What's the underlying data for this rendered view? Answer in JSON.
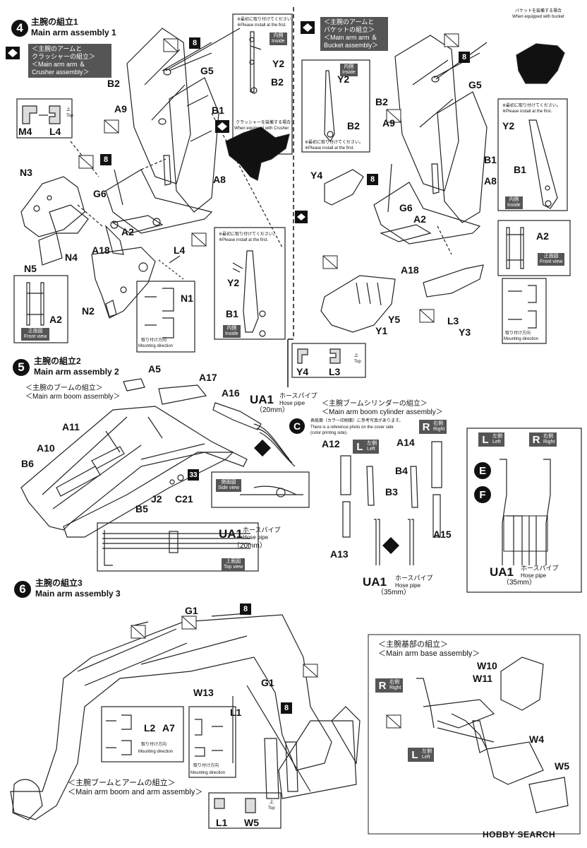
{
  "step4": {
    "num": "4",
    "title_jp": "主腕の組立1",
    "title_en": "Main arm assembly 1",
    "crusher_tag": [
      "＜主腕のアームと",
      "クラッシャーの組立＞",
      "＜Main arm arm ＆",
      "Crusher assembly＞"
    ],
    "bucket_tag": [
      "＜主腕のアームと",
      "バケットの組立＞",
      "＜Main arm arm ＆",
      "Bucket assembly＞"
    ],
    "note_first_jp": "※最初に取り付けてください。",
    "note_first_en": "※Please install at the first.",
    "inside_jp": "内側",
    "inside_en": "Inside",
    "front_view_jp": "正面図",
    "front_view_en": "Front view",
    "mounting_jp": "取り付け方向",
    "mounting_en": "Mounting direction",
    "top_jp": "上",
    "top_en": "Top",
    "crusher_note_jp": "クラッシャーを装備する場合",
    "crusher_note_en": "When equipped with Crusher",
    "bucket_note_jp": "バケットを装備する場合",
    "bucket_note_en": "When equipped with bucket",
    "qty8": "8",
    "labels_left": [
      "G5",
      "B2",
      "A9",
      "B1",
      "M4",
      "L4",
      "N3",
      "G6",
      "A8",
      "A2",
      "A18",
      "N4",
      "N5",
      "L4",
      "N1",
      "N2",
      "A2",
      "Y2",
      "B1",
      "Y2",
      "B2"
    ],
    "labels_right": [
      "Y2",
      "B2",
      "B2",
      "A9",
      "G5",
      "B1",
      "Y2",
      "B1",
      "Y4",
      "G6",
      "A8",
      "A2",
      "A18",
      "A2",
      "Y5",
      "L3",
      "Y1",
      "Y3",
      "Y4",
      "L3"
    ]
  },
  "step5": {
    "num": "5",
    "title_jp": "主腕の組立2",
    "title_en": "Main arm assembly 2",
    "boom_tag_jp": "＜主腕のブームの組立＞",
    "boom_tag_en": "＜Main arm boom  assembly＞",
    "cyl_tag_jp": "＜主腕ブームシリンダーの組立＞",
    "cyl_tag_en": "＜Main arm boom cylinder assembly＞",
    "hose_jp": "ホースパイプ",
    "hose_en": "Hose pipe",
    "hose20": "（20mm）",
    "hose35": "（35mm）",
    "cover_note_jp": "表紙面（カラー印刷面）に参考写真があります。",
    "cover_note_en1": "There is a reference photo on the cover side",
    "cover_note_en2": "(color printing side).",
    "side_view_jp": "側面図",
    "side_view_en": "Side view",
    "top_view_jp": "上面図",
    "top_view_en": "Top view",
    "left_jp": "左側",
    "left_en": "Left",
    "right_jp": "右側",
    "right_en": "Right",
    "qty33": "33",
    "part_c": "C",
    "part_e": "E",
    "part_f": "F",
    "labels": [
      "A5",
      "A17",
      "A16",
      "UA1",
      "A11",
      "A10",
      "B6",
      "J2",
      "C21",
      "B5",
      "UA1",
      "A12",
      "A14",
      "B4",
      "B3",
      "A13",
      "A15",
      "UA1",
      "UA1"
    ]
  },
  "step6": {
    "num": "6",
    "title_jp": "主腕の組立3",
    "title_en": "Main arm assembly 3",
    "base_tag_jp": "＜主腕基部の組立＞",
    "base_tag_en": "＜Main arm base  assembly＞",
    "boom_arm_jp": "＜主腕ブームとアームの組立＞",
    "boom_arm_en": "＜Main arm boom and arm assembly＞",
    "labels": [
      "G1",
      "W13",
      "G1",
      "L2",
      "A7",
      "L1",
      "W10",
      "W11",
      "W4",
      "W5",
      "L1",
      "W5"
    ]
  },
  "watermark": "HOBBY SEARCH"
}
